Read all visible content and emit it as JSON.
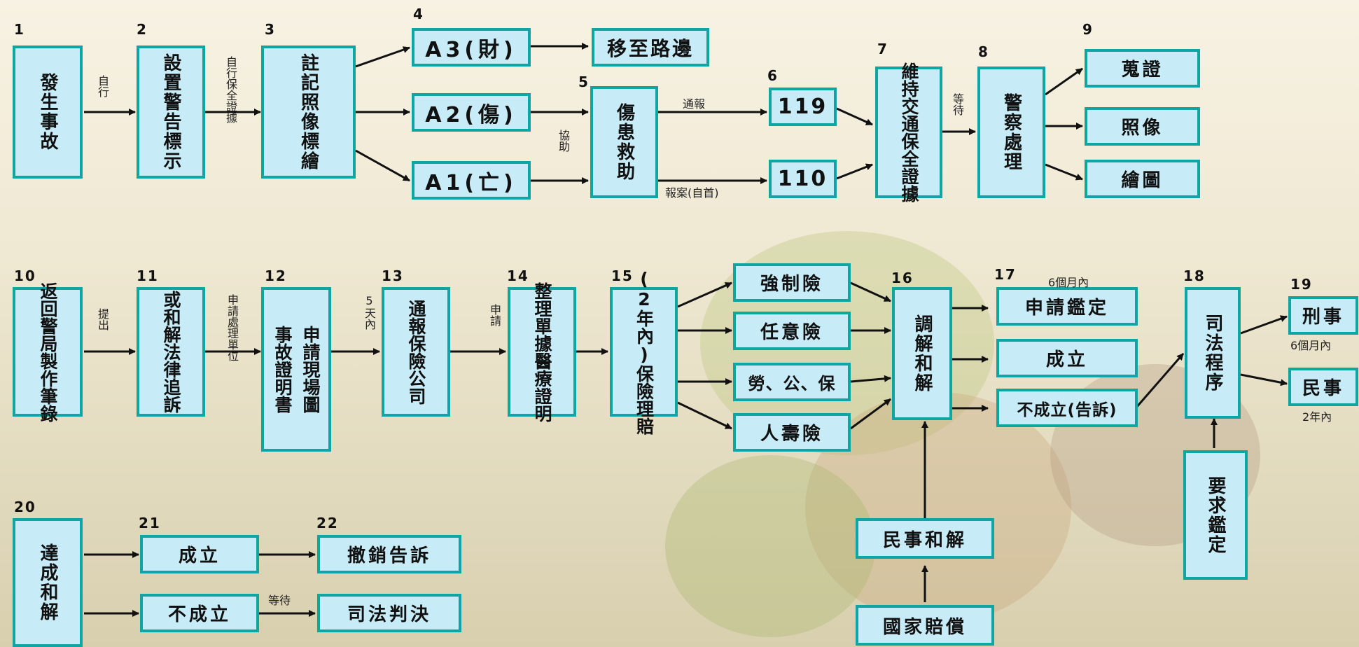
{
  "steps": {
    "n1": "1",
    "n2": "2",
    "n3": "3",
    "n4": "4",
    "n5": "5",
    "n6": "6",
    "n7": "7",
    "n8": "8",
    "n9": "9",
    "n10": "10",
    "n11": "11",
    "n12": "12",
    "n13": "13",
    "n14": "14",
    "n15": "15",
    "n16": "16",
    "n17": "17",
    "n18": "18",
    "n19": "19",
    "n20": "20",
    "n21": "21",
    "n22": "22"
  },
  "boxes": {
    "accident": "發生事故",
    "warning": "設置警告標示",
    "mark": "註記照像標繪",
    "a3": "A3(財)",
    "move": "移至路邊",
    "a2": "A2(傷)",
    "a1": "A1(亡)",
    "rescue": "傷患救助",
    "n119": "119",
    "n110": "110",
    "keep": "維持交通保全證據",
    "police": "警察處理",
    "evidence": "蒐證",
    "photo": "照像",
    "drawing": "繪圖",
    "return": "返回警局製作筆錄",
    "settle": "或和解法律追訴",
    "apply_a": "申請現場圖",
    "apply_b": "事故證明書",
    "notify": "通報保險公司",
    "medical": "整理單據醫療證明",
    "claim": "(2年內)保險理賠",
    "compulsory": "強制險",
    "optional": "任意險",
    "labor": "勞、公、保",
    "life": "人壽險",
    "mediate": "調解和解",
    "apply_appraisal": "申請鑑定",
    "success": "成立",
    "fail_sue": "不成立(告訴)",
    "judicial": "司法程序",
    "criminal": "刑事",
    "civil": "民事",
    "request_appraisal": "要求鑑定",
    "civil_settle": "民事和解",
    "state_comp": "國家賠償",
    "reach": "達成和解",
    "success2": "成立",
    "withdraw": "撤銷告訴",
    "fail2": "不成立",
    "judgment": "司法判決"
  },
  "labels": {
    "self": "自行",
    "self_preserve": "自行保全證據",
    "notify_report": "通報",
    "assist": "協助",
    "report_self": "報案(自首)",
    "wait": "等待",
    "submit": "提出",
    "apply_unit": "申請處理單位",
    "five_days": "5天內",
    "apply": "申請",
    "six_months_top": "6個月內",
    "six_months_right": "6個月內",
    "two_years": "2年內",
    "wait2": "等待"
  },
  "colors": {
    "box_fill": "#c7ecf7",
    "box_border": "#0ea5a2",
    "arrow": "#111111"
  }
}
